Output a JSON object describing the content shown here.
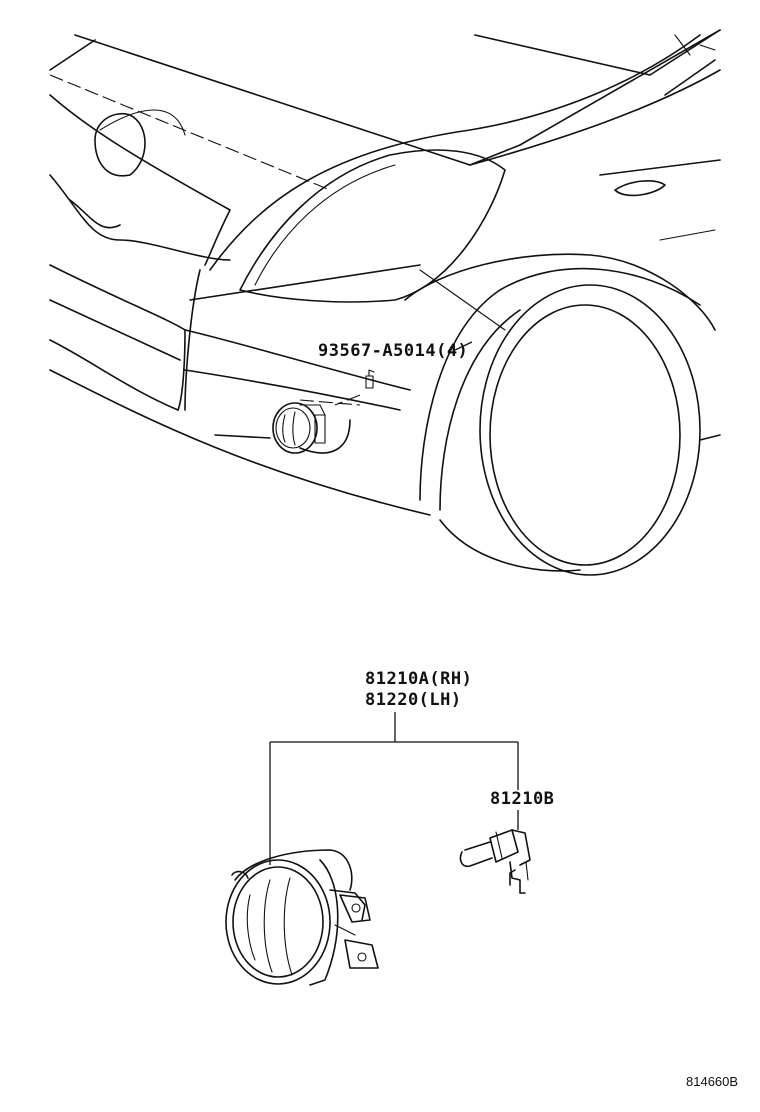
{
  "callouts": {
    "bolt": "93567-A5014(4)",
    "fog_lamp_rh": "81210A(RH)",
    "fog_lamp_lh": "81220(LH)",
    "bulb": "81210B"
  },
  "diagram_code": "814660B"
}
